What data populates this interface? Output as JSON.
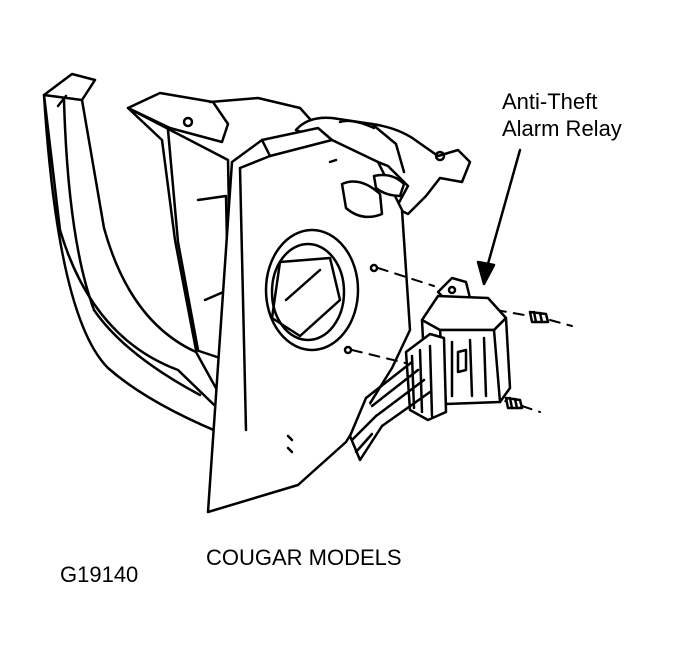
{
  "labels": {
    "relay_line1": "Anti-Theft",
    "relay_line2": "Alarm Relay",
    "caption": "COUGAR MODELS",
    "figure_id": "G19140"
  }
}
